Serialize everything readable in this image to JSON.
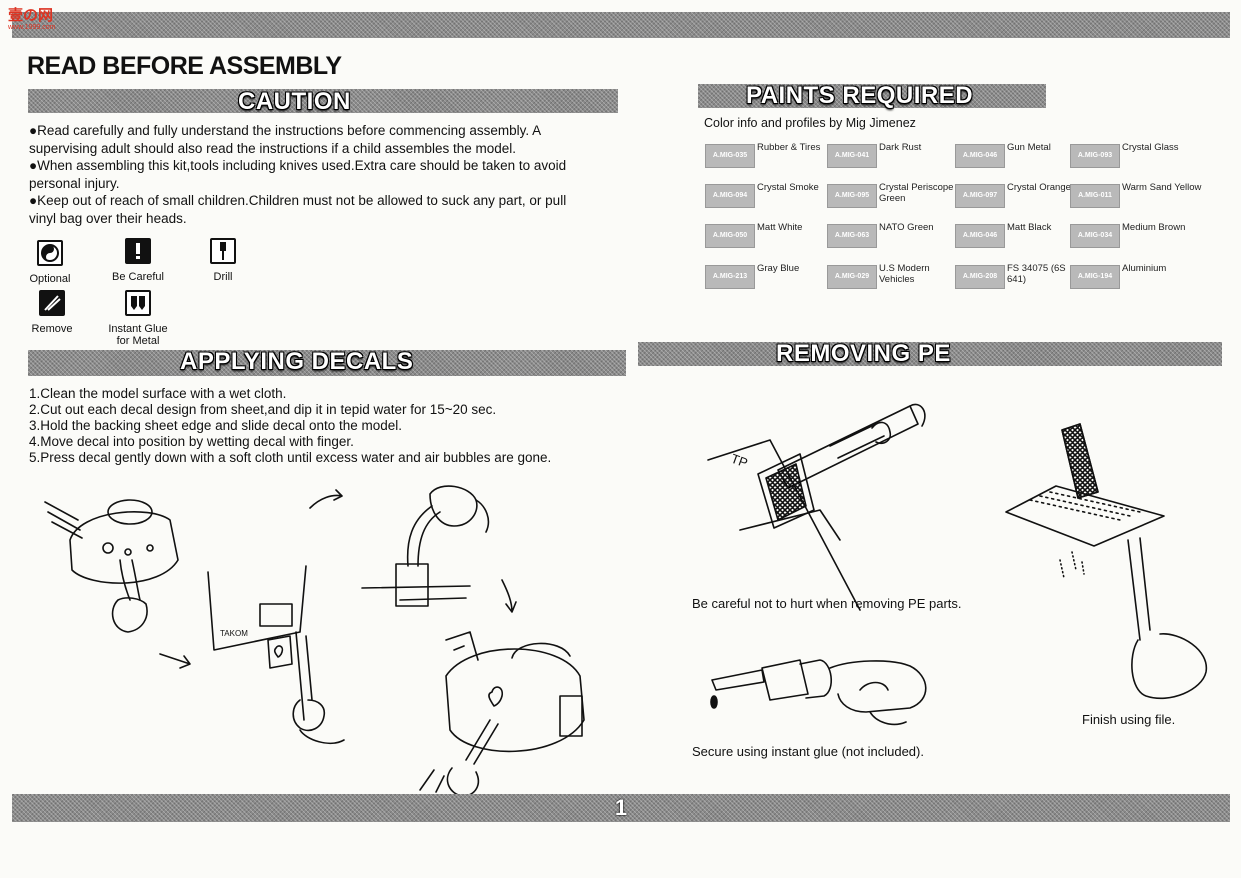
{
  "logo": {
    "text": "壹の网",
    "url": "www.1999.com"
  },
  "title": "READ BEFORE ASSEMBLY",
  "caution": {
    "heading": "CAUTION",
    "paragraphs": [
      "Read carefully and fully understand the instructions before commencing assembly. A supervising adult should also read the instructions if a child assembles the model.",
      "When assembling this kit,tools including knives used.Extra care should be taken to avoid personal injury.",
      "Keep out of reach of small children.Children must not be allowed to suck any part, or pull vinyl bag over their heads."
    ],
    "icons": [
      {
        "label": "Optional",
        "icon": "optional-icon"
      },
      {
        "label": "Be Careful",
        "icon": "be-careful-icon"
      },
      {
        "label": "Drill",
        "icon": "drill-icon"
      },
      {
        "label": "Remove",
        "icon": "remove-icon"
      },
      {
        "label": "Instant Glue for Metal",
        "icon": "instant-glue-icon"
      }
    ]
  },
  "paints": {
    "heading": "PAINTS REQUIRED",
    "subtitle": "Color info and profiles by Mig Jimenez",
    "items": [
      {
        "code": "A.MIG-035",
        "name": "Rubber & Tires"
      },
      {
        "code": "A.MIG-041",
        "name": "Dark Rust"
      },
      {
        "code": "A.MIG-046",
        "name": "Gun Metal"
      },
      {
        "code": "A.MIG-093",
        "name": "Crystal Glass"
      },
      {
        "code": "A.MIG-094",
        "name": "Crystal Smoke"
      },
      {
        "code": "A.MIG-095",
        "name": "Crystal Periscope Green"
      },
      {
        "code": "A.MIG-097",
        "name": "Crystal Orange"
      },
      {
        "code": "A.MIG-011",
        "name": "Warm Sand Yellow"
      },
      {
        "code": "A.MIG-050",
        "name": "Matt White"
      },
      {
        "code": "A.MIG-063",
        "name": "NATO Green"
      },
      {
        "code": "A.MIG-046",
        "name": "Matt Black"
      },
      {
        "code": "A.MIG-034",
        "name": "Medium Brown"
      },
      {
        "code": "A.MIG-213",
        "name": "Gray Blue"
      },
      {
        "code": "A.MIG-029",
        "name": "U.S Modern Vehicles"
      },
      {
        "code": "A.MIG-208",
        "name": "FS 34075 (6S 641)"
      },
      {
        "code": "A.MIG-194",
        "name": "Aluminium"
      }
    ]
  },
  "decals": {
    "heading": "APPLYING DECALS",
    "steps": [
      "1.Clean the model surface with a wet cloth.",
      "2.Cut out each decal design from sheet,and dip it in tepid water for 15~20 sec.",
      "3.Hold the backing sheet edge and slide decal onto the model.",
      "4.Move decal into position by wetting decal with finger.",
      "5.Press decal gently down with a soft cloth until excess water and air bubbles are gone."
    ],
    "sheet_label": "TAKOM"
  },
  "pe": {
    "heading": "REMOVING PE",
    "careful_note": "Be careful not to hurt when removing PE parts.",
    "glue_note": "Secure using instant glue (not included).",
    "file_note": "Finish using file.",
    "fret_label": "TP"
  },
  "page_number": "1"
}
